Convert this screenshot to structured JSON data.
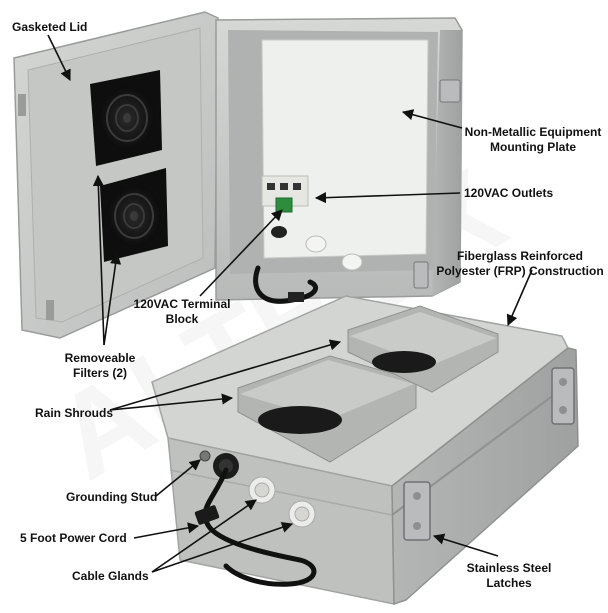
{
  "image": {
    "subject": "gray fiberglass electrical enclosure with callout labels",
    "watermark": "ALTELIX"
  },
  "callouts": {
    "gasketed_lid": "Gasketed Lid",
    "mounting_plate": [
      "Non-Metallic Equipment",
      "Mounting Plate"
    ],
    "outlets": "120VAC Outlets",
    "frp": [
      "Fiberglass Reinforced",
      "Polyester (FRP) Construction"
    ],
    "terminal_block": [
      "120VAC Terminal",
      "Block"
    ],
    "filters": [
      "Removeable",
      "Filters (2)"
    ],
    "rain_shrouds": "Rain Shrouds",
    "grounding_stud": "Grounding Stud",
    "power_cord": "5 Foot Power Cord",
    "cable_glands": "Cable Glands",
    "latches": [
      "Stainless Steel",
      "Latches"
    ]
  },
  "colors": {
    "enclosure": "#c9cbc9",
    "enclosure_dark": "#a9abaa",
    "fan": "#111111",
    "plate": "#eef0ee",
    "metal": "#b9bbbd",
    "arrow": "#111111"
  }
}
